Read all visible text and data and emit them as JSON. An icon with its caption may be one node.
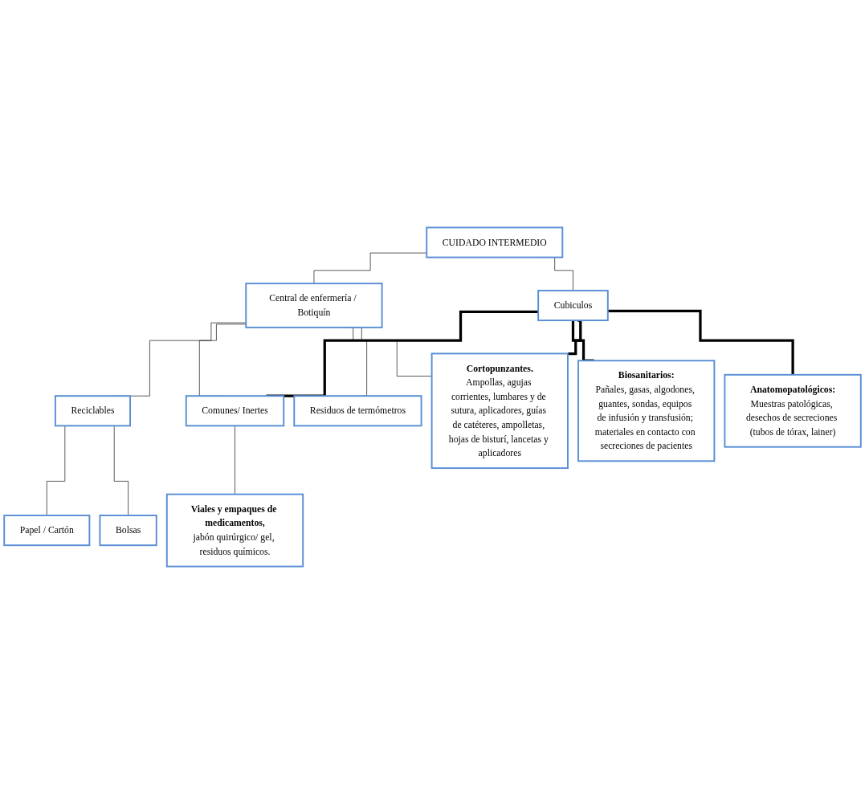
{
  "diagram": {
    "nodes": [
      {
        "text": [
          "CUIDADO INTERMEDIO"
        ]
      },
      {
        "text": [
          "Central de enfermería / Botiquín"
        ]
      },
      {
        "text": [
          "Cubiculos"
        ]
      },
      {
        "text": [
          "Comunes/ Inertes"
        ]
      },
      {
        "text": [
          "Reciclables"
        ]
      },
      {
        "text": [
          "Papel / Cartón"
        ]
      },
      {
        "text": [
          "Bolsas"
        ]
      },
      {
        "text": [
          "Viales y empaques de medicamentos,",
          "jabón quirúrgico/ gel, residuos químicos."
        ]
      },
      {
        "text": [
          "Biosanitarios:",
          "Pañales, gasas, algodones, guantes, sondas, equipos de infusión y transfusión; materiales en contacto con secreciones de pacientes"
        ]
      },
      {
        "text": [
          "Cortopunzantes.",
          "Ampollas, agujas corrientes, lumbares y de sutura, aplicadores, guías de catéteres, ampolletas, hojas de bisturí, lancetas y aplicadores"
        ]
      },
      {
        "text": [
          "Anatomopatológicos:",
          "Muestras patológicas, desechos de secreciones (tubos de tórax, lainer)"
        ]
      },
      {
        "text": [
          "Residuos de termómetros"
        ]
      }
    ],
    "edges": [
      {
        "from": 0,
        "to": 1,
        "arrow": "none"
      },
      {
        "from": 0,
        "to": 2,
        "arrow": "none"
      },
      {
        "from": 1,
        "to": 3,
        "arrow": "none"
      },
      {
        "from": 1,
        "to": 4,
        "arrow": "none"
      },
      {
        "from": 1,
        "to": 9,
        "arrow": "none"
      },
      {
        "from": 1,
        "to": 11,
        "arrow": "none"
      },
      {
        "from": 3,
        "to": 7,
        "arrow": "none"
      },
      {
        "from": 4,
        "to": 5,
        "arrow": "none"
      },
      {
        "from": 4,
        "to": 6,
        "arrow": "none"
      },
      {
        "from": 2,
        "to": 3,
        "arrow": "none",
        "style": "thick"
      },
      {
        "from": 2,
        "to": 8,
        "arrow": "none",
        "style": "thick"
      },
      {
        "from": 2,
        "to": 9,
        "arrow": "none",
        "style": "thick"
      },
      {
        "from": 2,
        "to": 10,
        "arrow": "none",
        "style": "thick"
      }
    ]
  }
}
